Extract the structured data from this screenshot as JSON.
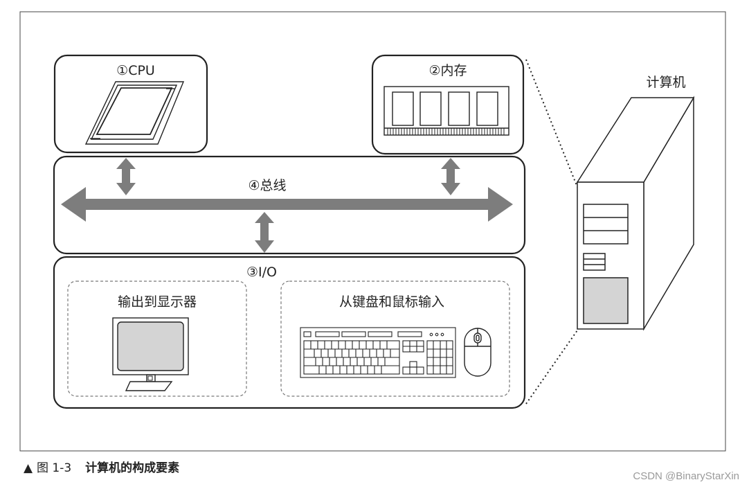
{
  "diagram": {
    "cpu_label": "①CPU",
    "memory_label": "②内存",
    "computer_label": "计算机",
    "bus_label": "④总线",
    "io_label": "③I/O",
    "output_label": "输出到显示器",
    "input_label": "从键盘和鼠标输入"
  },
  "caption": {
    "marker": "▲",
    "figure_number": "图 1-3",
    "title": "计算机的构成要素"
  },
  "watermark": "CSDN @BinaryStarXin",
  "colors": {
    "arrow": "#7d7d7d",
    "outline": "#222222",
    "screen": "#d4d4d4"
  }
}
